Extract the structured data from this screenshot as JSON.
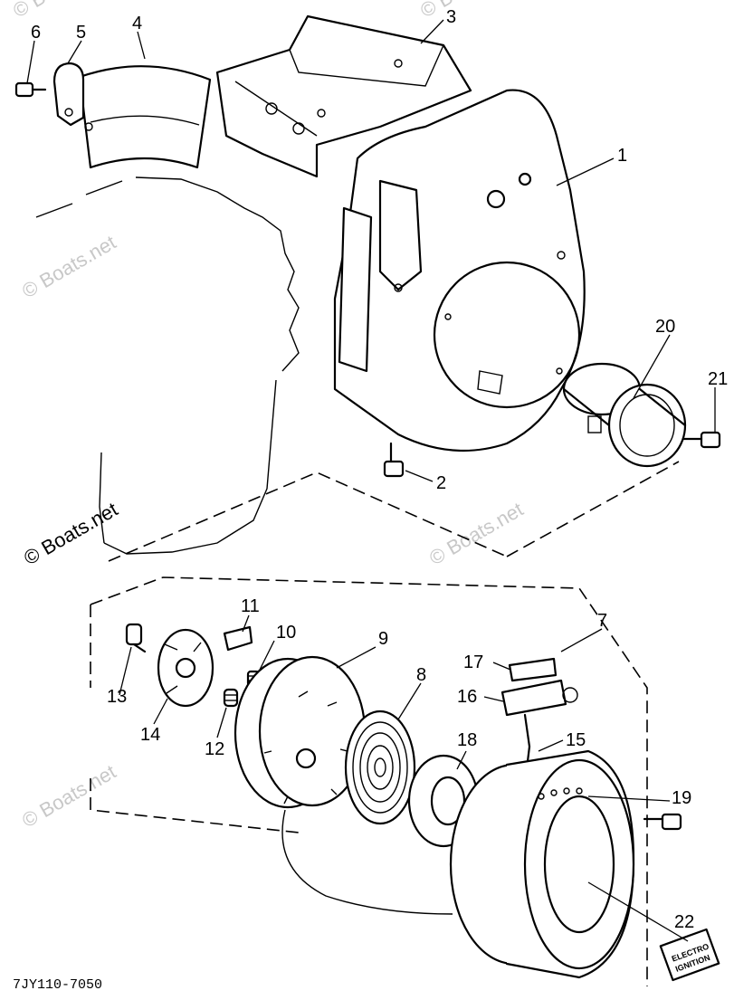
{
  "diagram": {
    "part_numbers": [
      "1",
      "2",
      "3",
      "4",
      "5",
      "6",
      "7",
      "8",
      "9",
      "10",
      "11",
      "12",
      "13",
      "14",
      "15",
      "16",
      "17",
      "18",
      "19",
      "20",
      "21",
      "22"
    ],
    "diagram_code": "7JY110-7050",
    "tag_text": [
      "ELECTRO",
      "IGNITION"
    ],
    "watermark": "© Boats.net"
  },
  "colors": {
    "ink": "#000000",
    "watermark": "#c8c8c8",
    "background": "#ffffff"
  }
}
